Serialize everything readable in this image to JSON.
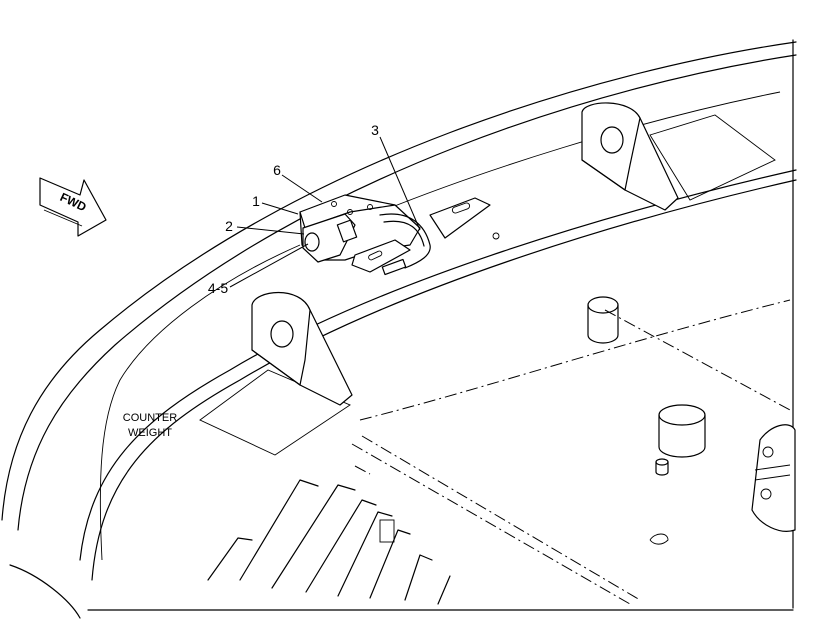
{
  "diagram": {
    "callouts": [
      {
        "id": "1",
        "label": "1"
      },
      {
        "id": "2",
        "label": "2"
      },
      {
        "id": "3",
        "label": "3"
      },
      {
        "id": "4-5",
        "label": "4-5"
      },
      {
        "id": "6",
        "label": "6"
      }
    ],
    "counterweight_label_line1": "COUNTER",
    "counterweight_label_line2": "WEIGHT",
    "forward_arrow_label": "FWD"
  }
}
